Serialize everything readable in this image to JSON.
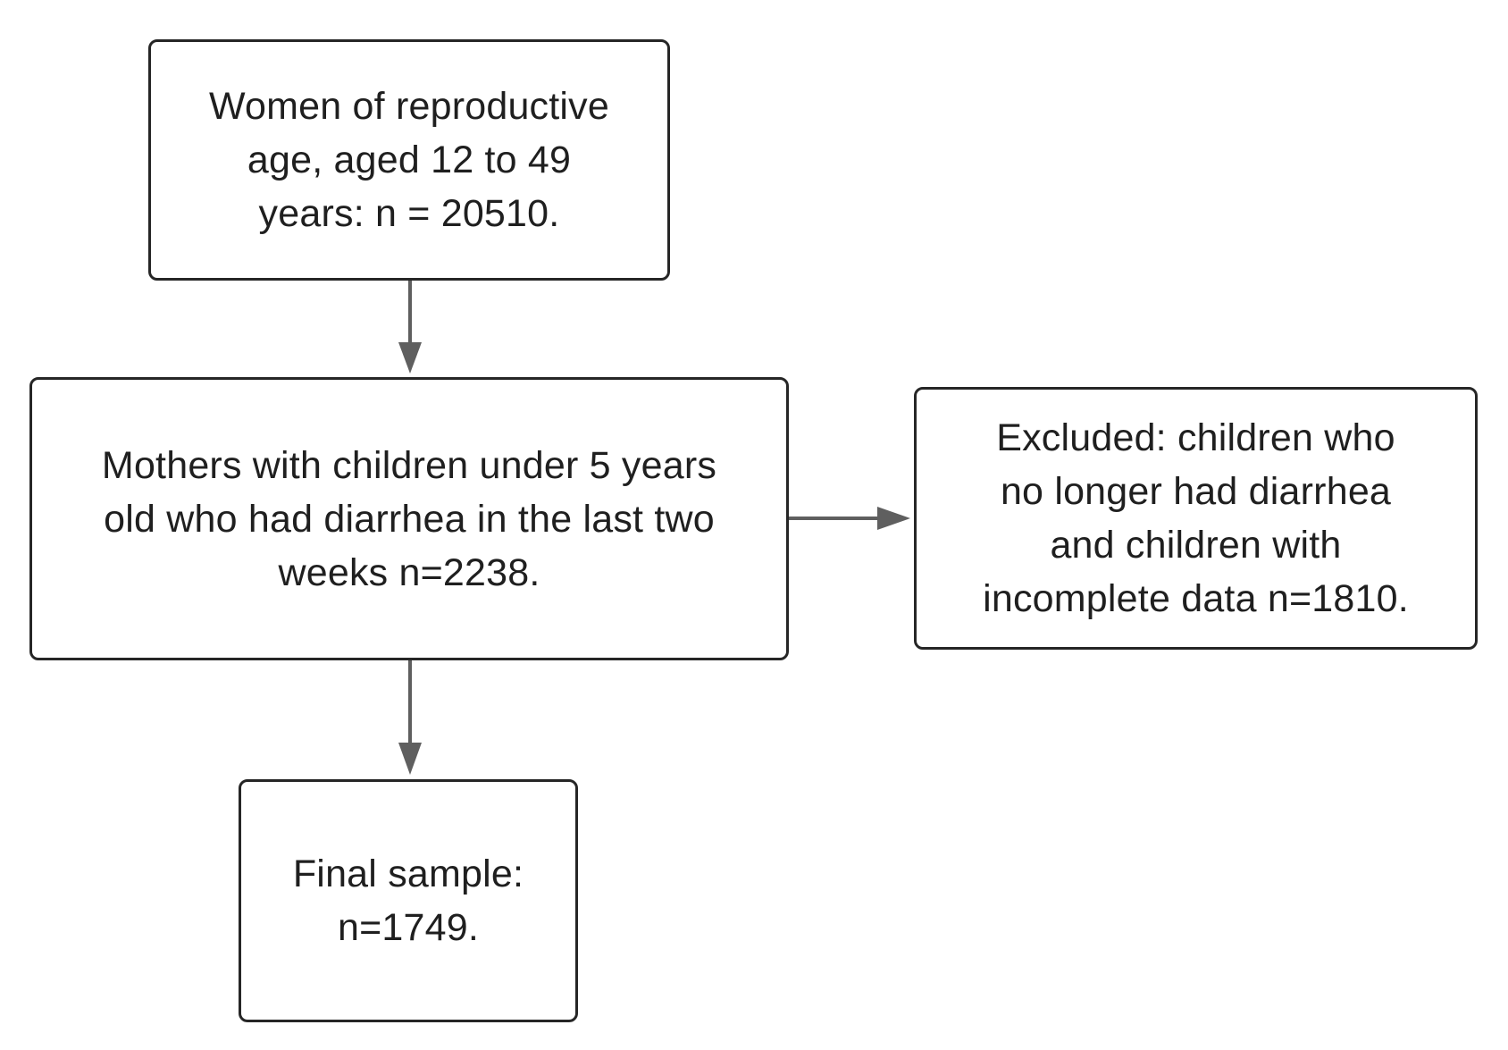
{
  "flowchart": {
    "nodes": [
      {
        "id": "women",
        "text": "Women of reproductive\nage, aged 12 to 49\nyears: n = 20510."
      },
      {
        "id": "mothers",
        "text": "Mothers with children under 5 years\nold who had diarrhea in the last two\nweeks n=2238."
      },
      {
        "id": "excluded",
        "text": "Excluded: children who\nno longer had diarrhea\nand children with\nincomplete data n=1810."
      },
      {
        "id": "final",
        "text": "Final sample:\nn=1749."
      }
    ],
    "edges": [
      {
        "from": "women",
        "to": "mothers"
      },
      {
        "from": "mothers",
        "to": "excluded"
      },
      {
        "from": "mothers",
        "to": "final"
      }
    ],
    "colors": {
      "border": "#262626",
      "connector": "#5f5f5f",
      "text": "#1f1f1f",
      "background": "#ffffff"
    }
  }
}
